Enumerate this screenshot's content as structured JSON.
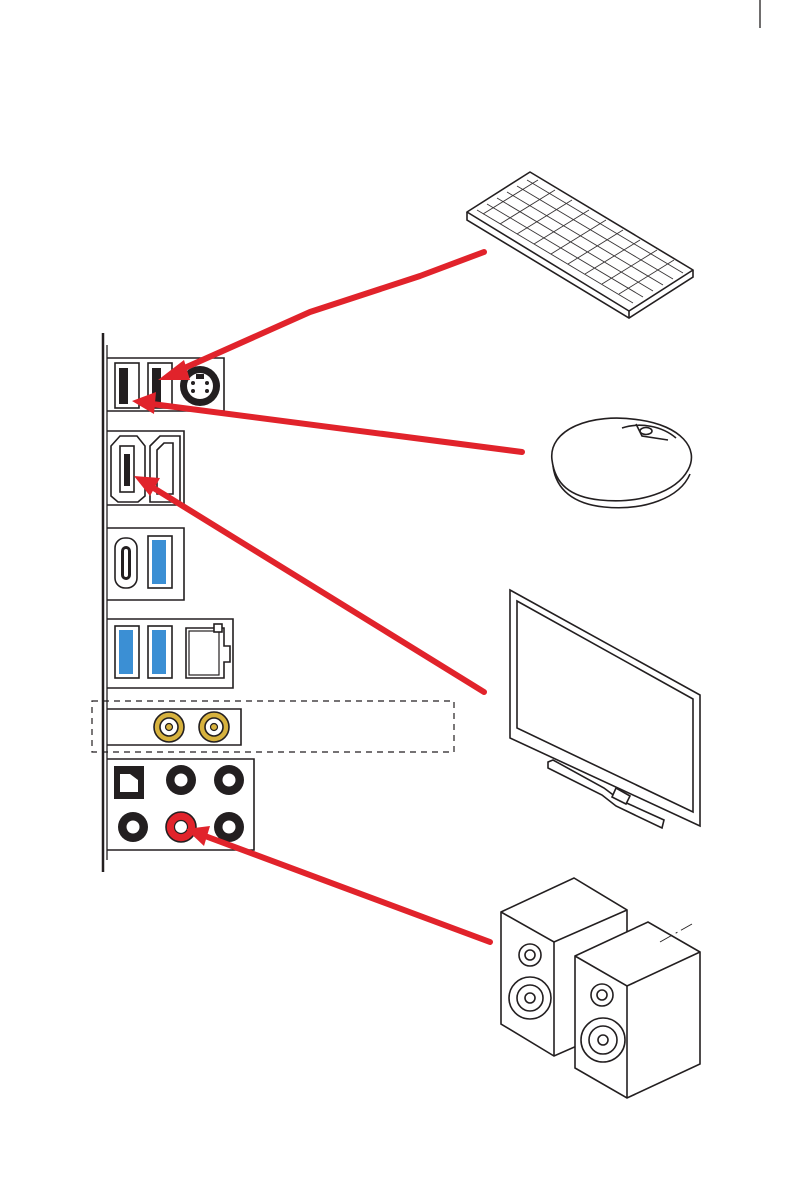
{
  "colors": {
    "arrow": "#e1232b",
    "ink": "#231f20",
    "usb3_blue": "#3b8fd4",
    "antenna_gold": "#d7b23e",
    "line_in_red": "#e1232b"
  },
  "io_panel": {
    "port_groups": [
      {
        "name": "usb2-ps2-combo",
        "icons": [
          "usb-a-port-icon",
          "usb-a-port-icon",
          "ps2-port-icon"
        ]
      },
      {
        "name": "video-outputs",
        "icons": [
          "hdmi-port-icon",
          "displayport-icon"
        ]
      },
      {
        "name": "usb-c-usb3",
        "icons": [
          "usb-c-port-icon",
          "usb3-port-icon"
        ]
      },
      {
        "name": "usb3-lan",
        "icons": [
          "usb3-port-icon",
          "usb3-port-icon",
          "lan-port-icon"
        ]
      },
      {
        "name": "wifi-antenna",
        "icons": [
          "antenna-connector-icon",
          "antenna-connector-icon"
        ],
        "optional": true
      },
      {
        "name": "audio",
        "icons": [
          "optical-spdif-icon",
          "audio-jack-icon",
          "audio-jack-icon",
          "audio-jack-icon",
          "audio-jack-icon",
          "audio-jack-icon"
        ]
      }
    ]
  },
  "devices": [
    {
      "name": "keyboard",
      "icon": "keyboard-icon",
      "connects_to": "usb-a-port"
    },
    {
      "name": "mouse",
      "icon": "mouse-icon",
      "connects_to": "usb-a-port"
    },
    {
      "name": "monitor",
      "icon": "monitor-icon",
      "connects_to": "hdmi-port"
    },
    {
      "name": "speakers",
      "icon": "speakers-icon",
      "connects_to": "line-out-jack"
    }
  ]
}
